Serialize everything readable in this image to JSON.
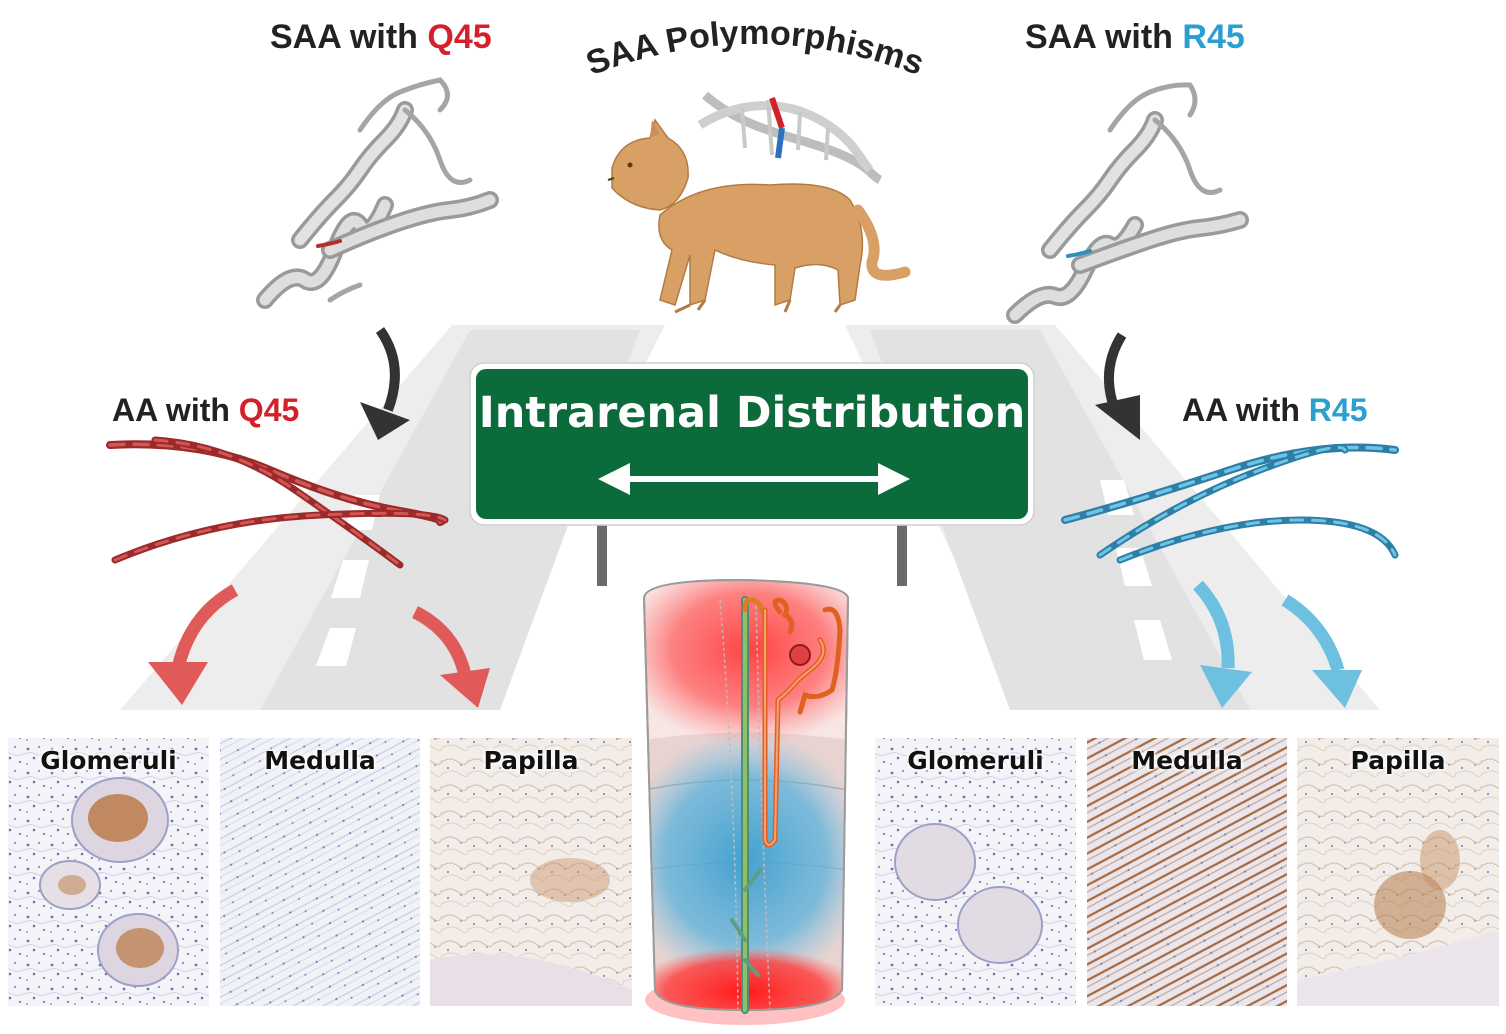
{
  "top_left": {
    "prefix": "SAA with ",
    "variant": "Q45"
  },
  "top_right": {
    "prefix": "SAA with ",
    "variant": "R45"
  },
  "center_title": "SAA Polymorphisms",
  "mid_left": {
    "prefix": "AA with ",
    "variant": "Q45"
  },
  "mid_right": {
    "prefix": "AA with ",
    "variant": "R45"
  },
  "sign": {
    "title": "Intrarenal Distribution"
  },
  "panels_left": [
    "Glomeruli",
    "Medulla",
    "Papilla"
  ],
  "panels_right": [
    "Glomeruli",
    "Medulla",
    "Papilla"
  ],
  "colors": {
    "q45": "#d4202a",
    "r45": "#2a9fd0",
    "sign_green": "#0b6b3a",
    "cat": "#d9a066",
    "arrow_dark": "#333333",
    "arrow_red": "#e05a5a",
    "arrow_blue": "#6ec0e0"
  }
}
